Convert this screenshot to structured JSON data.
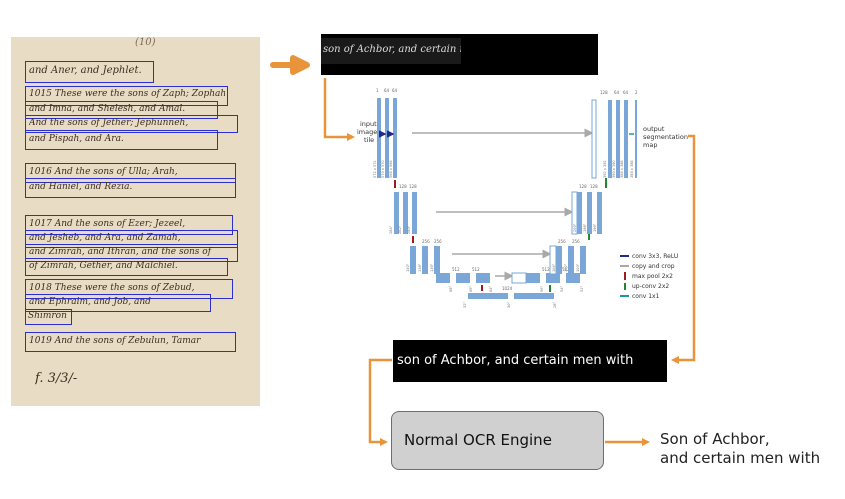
{
  "manuscript": {
    "page_number": "(10)",
    "lines": [
      "and Aner, and Jephlet.",
      "1015 These were the sons of Zaph; Zophah,",
      "and Imna, and Shelesh, and Amal.",
      "And the sons of Jether; Jephunneh,",
      "and Pispah, and Ara.",
      "1016 And the sons of Ulla; Arah,",
      "and Haniel, and Rezia.",
      "1017 And the sons of Ezer; Jezeel,",
      "and Jesheb, and Ara, and Zamah,",
      "and Zimrah, and Ithran, and the sons of",
      "of Zimrah, Gether, and Malchiel.",
      "1018 These were the sons of Zebud,",
      "and Ephraim, and Job, and",
      "Shimron",
      "1019 And the sons of Zebulun, Tamar"
    ],
    "footer_mark": "f. 3/3/-"
  },
  "crop_strip": {
    "text": "son of Achbor, and certain men with"
  },
  "unet": {
    "labels": {
      "input": [
        "input",
        "image",
        "tile"
      ],
      "output": [
        "output",
        "segmentation",
        "map"
      ]
    },
    "channels": {
      "enc1": [
        "1",
        "64",
        "64"
      ],
      "enc2": [
        "128",
        "128"
      ],
      "enc3": [
        "256",
        "256"
      ],
      "enc4": [
        "512",
        "512"
      ],
      "bottleneck": [
        "1024"
      ],
      "dec4": [
        "512",
        "512"
      ],
      "dec3": [
        "256",
        "256"
      ],
      "dec2": [
        "128",
        "128"
      ],
      "dec1": [
        "128",
        "64",
        "64",
        "2"
      ]
    },
    "sizes": {
      "enc1": [
        "572 x 572",
        "570 x 570",
        "568 x 568"
      ],
      "enc2": [
        "284²",
        "282²",
        "280²"
      ],
      "enc3": [
        "140²",
        "138²",
        "136²"
      ],
      "enc4": [
        "68²",
        "66²",
        "64²"
      ],
      "bottleneck": [
        "32²",
        "30²",
        "28²"
      ],
      "dec4": [
        "56²",
        "54²",
        "52²"
      ],
      "dec3": [
        "104²",
        "102²",
        "100²"
      ],
      "dec2": [
        "200²",
        "198²",
        "196²"
      ],
      "dec1": [
        "392 x 392",
        "390 x 390",
        "388 x 388",
        "388 x 388"
      ]
    },
    "legend": [
      {
        "label": "conv 3x3, ReLU",
        "color": "#1f2a8a"
      },
      {
        "label": "copy and crop",
        "color": "#a9a9a9"
      },
      {
        "label": "max pool 2x2",
        "color": "#a01c1c"
      },
      {
        "label": "up-conv 2x2",
        "color": "#1e8a2a"
      },
      {
        "label": "conv 1x1",
        "color": "#1a9a9a"
      }
    ]
  },
  "output_strip": {
    "text": "son of Achbor, and certain men with"
  },
  "ocr_engine": {
    "label": "Normal OCR Engine"
  },
  "result": {
    "lines": [
      "Son of Achbor,",
      "and certain men with"
    ]
  },
  "colors": {
    "flow_arrow": "#e8943a",
    "line_box": "#2b2fd0",
    "unet_bar": "#7aa7d8",
    "paper": "#e9dcc4"
  }
}
